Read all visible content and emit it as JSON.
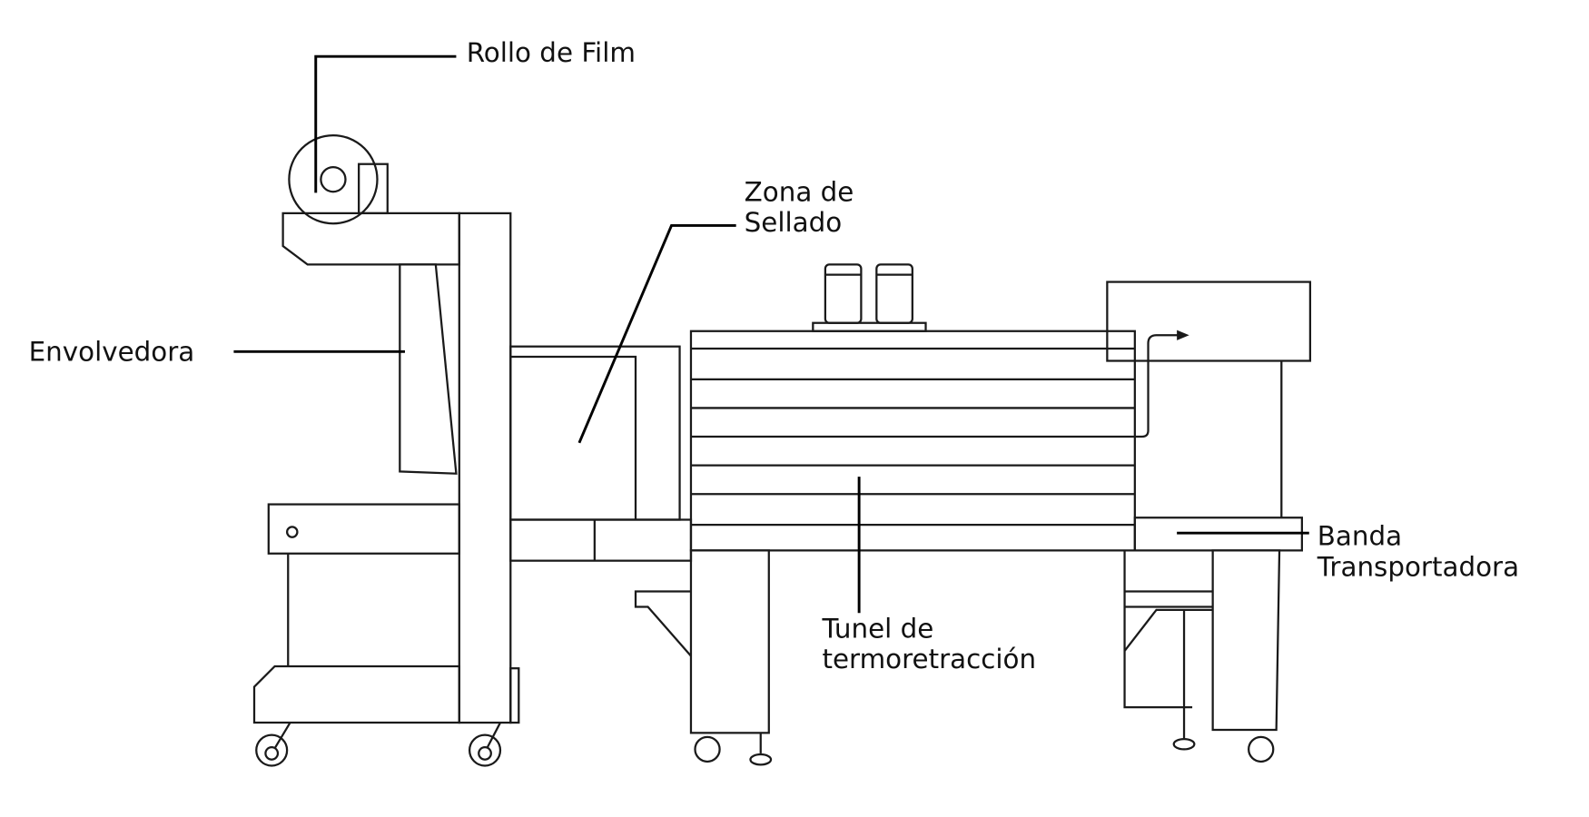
{
  "labels": {
    "film_roll": "Rollo de Film",
    "sealing_zone_1": "Zona de",
    "sealing_zone_2": "Sellado",
    "wrapper": "Envolvedora",
    "tunnel_1": "Tunel de",
    "tunnel_2": "termoretracción",
    "conveyor_1": "Banda",
    "conveyor_2": "Transportadora"
  },
  "colors": {
    "line": "#1a1a1a",
    "background": "#ffffff"
  }
}
